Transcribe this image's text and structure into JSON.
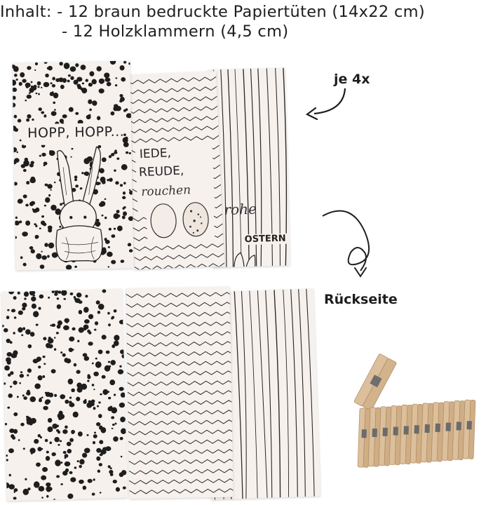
{
  "header": {
    "line1": "Inhalt: - 12 braun bedruckte Papiertüten (14x22 cm)",
    "line2": "- 12 Holzklammern (4,5 cm)"
  },
  "annotations": {
    "quantity": "je 4x",
    "back_side": "Rückseite"
  },
  "front_bags": {
    "dots": {
      "text_line1": "HOPP, HOPP..."
    },
    "zigzag": {
      "text_line1": "IEDE,",
      "text_line2": "REUDE,",
      "text_line3": "rouchen"
    },
    "stripes": {
      "text_line1": "rohe",
      "text_line2": "OSTERN"
    }
  },
  "colors": {
    "paper": "#f7f1ee",
    "ink": "#1e1e1e",
    "wood": "#d9bc98"
  }
}
